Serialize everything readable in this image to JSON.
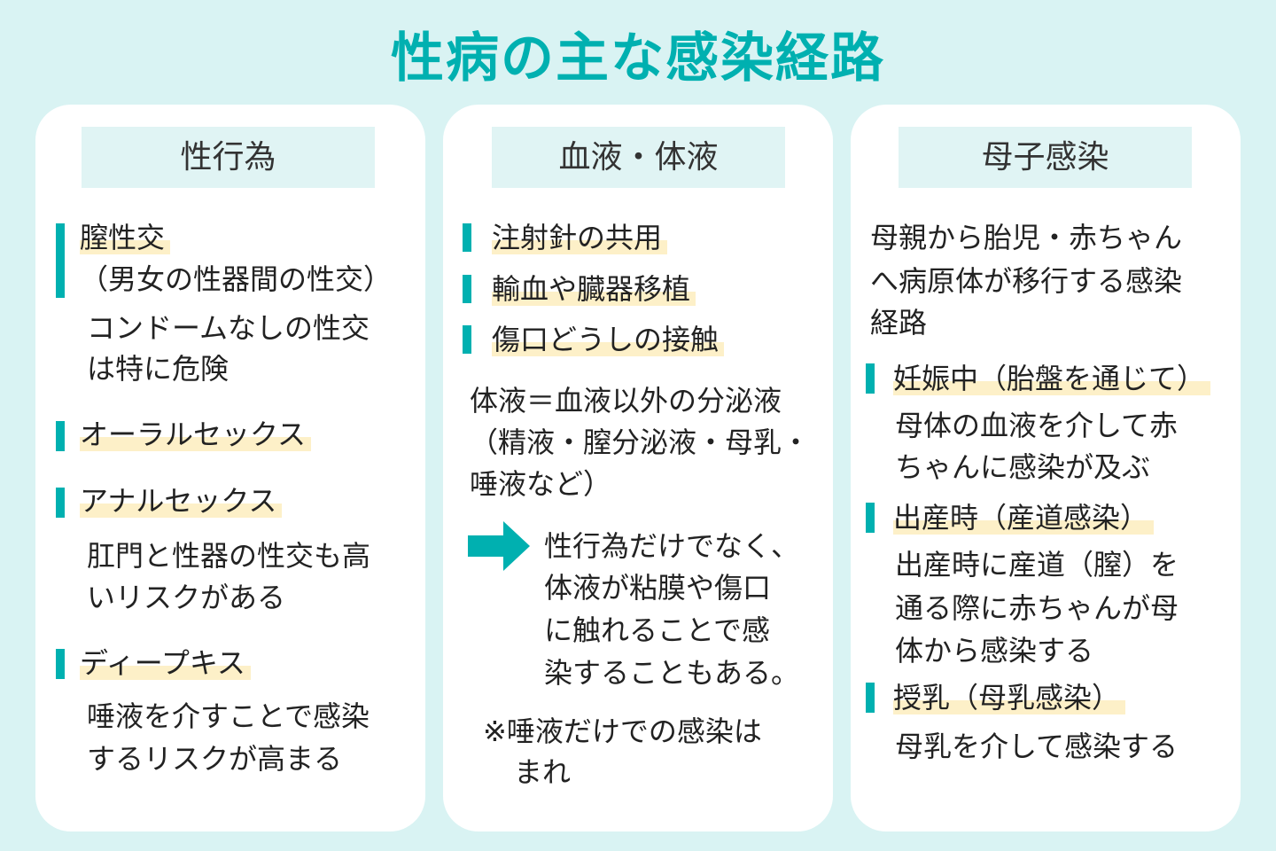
{
  "title": "性病の主な感染経路",
  "columns": [
    {
      "heading": "性行為",
      "items": [
        {
          "title": [
            "膣性交",
            "（男女の性器間の性交）"
          ],
          "desc": [
            "コンドームなしの性交",
            "は特に危険"
          ]
        },
        {
          "title": [
            "オーラルセックス"
          ]
        },
        {
          "title": [
            "アナルセックス"
          ],
          "desc": [
            "肛門と性器の性交も高",
            "いリスクがある"
          ]
        },
        {
          "title": [
            "ディープキス"
          ],
          "desc": [
            "唾液を介すことで感染",
            "するリスクが高まる"
          ]
        }
      ]
    },
    {
      "heading": "血液・体液",
      "items": [
        {
          "title": "注射針の共用"
        },
        {
          "title": "輸血や臓器移植"
        },
        {
          "title": "傷口どうしの接触"
        }
      ],
      "body": [
        "体液＝血液以外の分泌液",
        "（精液・膣分泌液・母乳・",
        "唾液など）"
      ],
      "arrow_text": [
        "性行為だけでなく、",
        "体液が粘膜や傷口",
        "に触れることで感",
        "染することもある。"
      ],
      "note": [
        "※唾液だけでの感染は",
        "まれ"
      ]
    },
    {
      "heading": "母子感染",
      "body": [
        "母親から胎児・赤ちゃん",
        "へ病原体が移行する感染",
        "経路"
      ],
      "items": [
        {
          "title": "妊娠中（胎盤を通じて）",
          "desc": [
            "母体の血液を介して赤",
            "ちゃんに感染が及ぶ"
          ]
        },
        {
          "title": "出産時（産道感染）",
          "desc": [
            "出産時に産道（膣）を",
            "通る際に赤ちゃんが母",
            "体から感染する"
          ]
        },
        {
          "title": "授乳（母乳感染）",
          "desc": [
            "母乳を介して感染する"
          ]
        }
      ]
    }
  ],
  "colors": {
    "accent": "#00b0b0",
    "background": "#d9f3f3",
    "highlight": "#fdf0c8"
  },
  "icons": {
    "arrow": "arrow-right-icon"
  }
}
